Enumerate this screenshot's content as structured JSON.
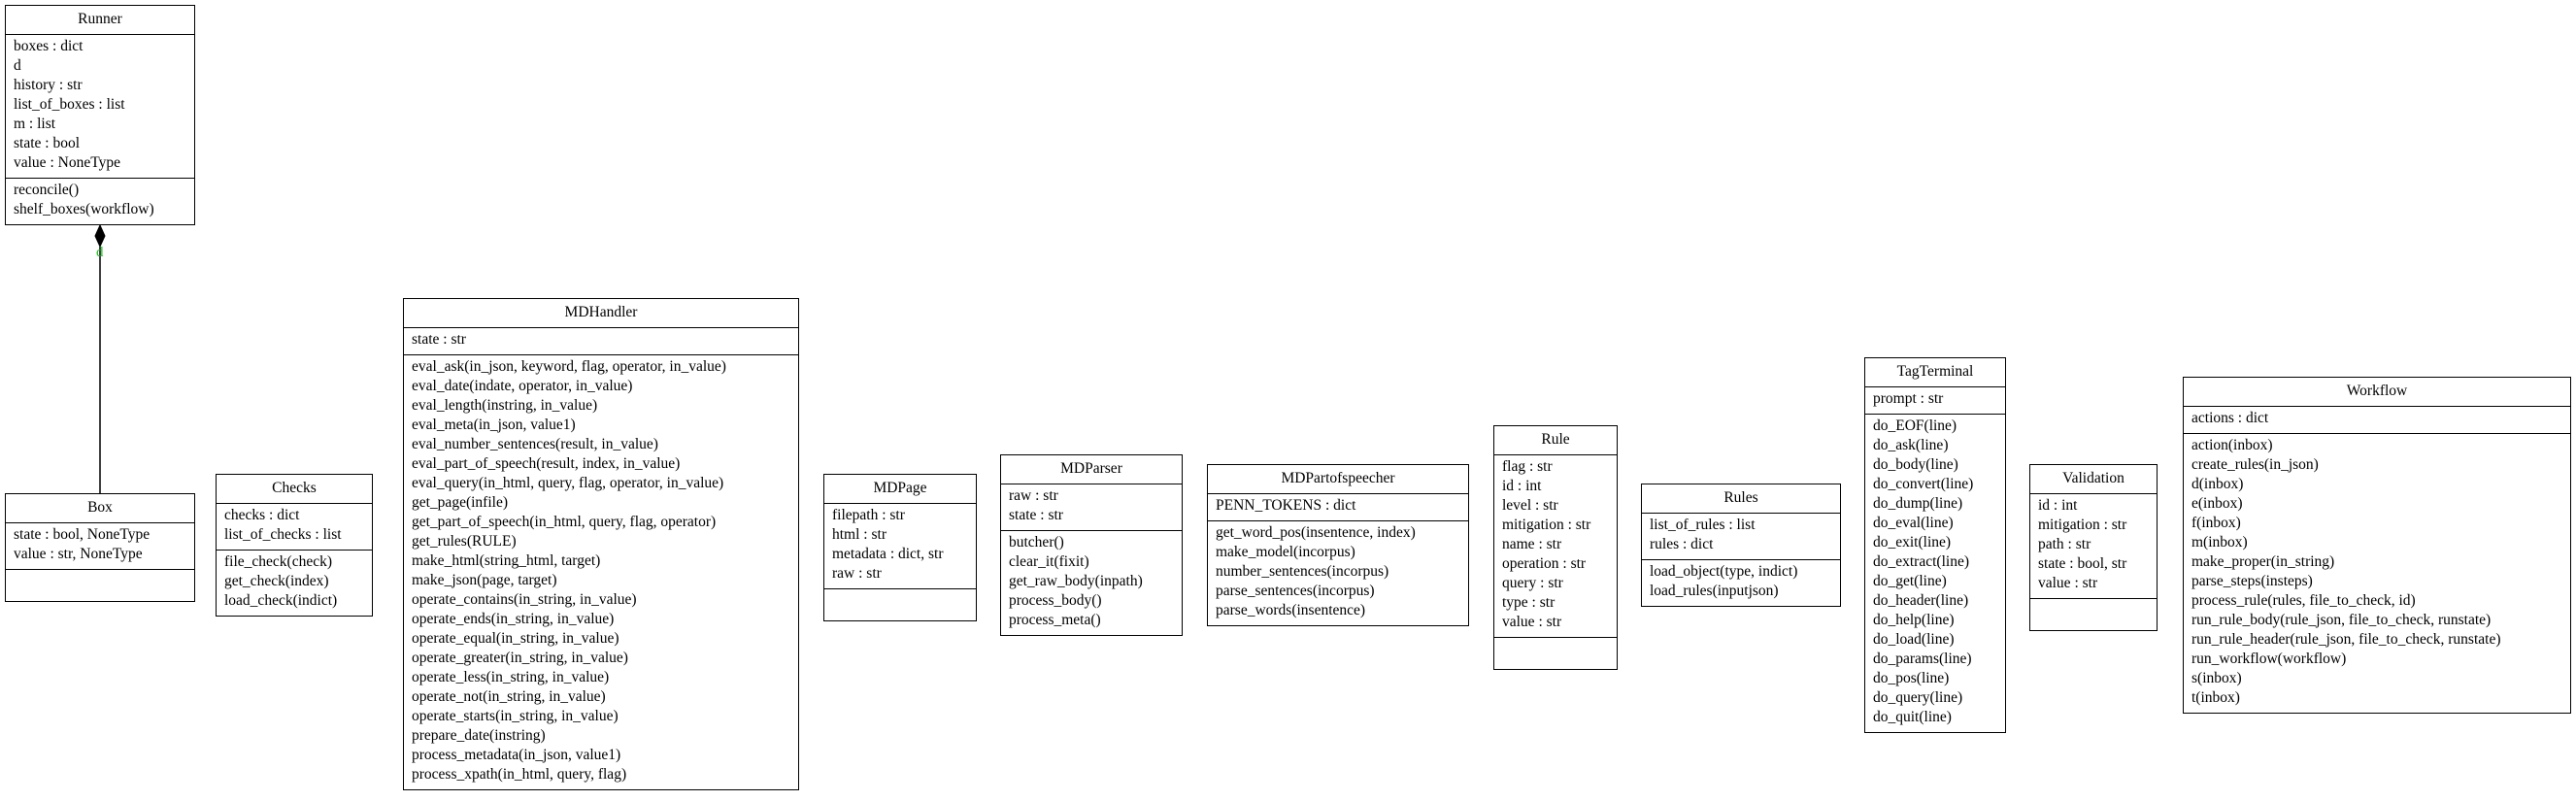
{
  "classes": [
    {
      "key": "runner",
      "name": "Runner",
      "attributes": [
        "boxes : dict",
        "d",
        "history : str",
        "list_of_boxes : list",
        "m : list",
        "state : bool",
        "value : NoneType"
      ],
      "methods": [
        "reconcile()",
        "shelf_boxes(workflow)"
      ]
    },
    {
      "key": "box",
      "name": "Box",
      "attributes": [
        "state : bool, NoneType",
        "value : str, NoneType"
      ],
      "methods": []
    },
    {
      "key": "checks",
      "name": "Checks",
      "attributes": [
        "checks : dict",
        "list_of_checks : list"
      ],
      "methods": [
        "file_check(check)",
        "get_check(index)",
        "load_check(indict)"
      ]
    },
    {
      "key": "mdhandler",
      "name": "MDHandler",
      "attributes": [
        "state : str"
      ],
      "methods": [
        "eval_ask(in_json, keyword, flag, operator, in_value)",
        "eval_date(indate, operator, in_value)",
        "eval_length(instring, in_value)",
        "eval_meta(in_json, value1)",
        "eval_number_sentences(result, in_value)",
        "eval_part_of_speech(result, index, in_value)",
        "eval_query(in_html, query, flag, operator, in_value)",
        "get_page(infile)",
        "get_part_of_speech(in_html, query, flag, operator)",
        "get_rules(RULE)",
        "make_html(string_html, target)",
        "make_json(page, target)",
        "operate_contains(in_string, in_value)",
        "operate_ends(in_string, in_value)",
        "operate_equal(in_string, in_value)",
        "operate_greater(in_string, in_value)",
        "operate_less(in_string, in_value)",
        "operate_not(in_string, in_value)",
        "operate_starts(in_string, in_value)",
        "prepare_date(instring)",
        "process_metadata(in_json, value1)",
        "process_xpath(in_html, query, flag)"
      ]
    },
    {
      "key": "mdpage",
      "name": "MDPage",
      "attributes": [
        "filepath : str",
        "html : str",
        "metadata : dict, str",
        "raw : str"
      ],
      "methods": []
    },
    {
      "key": "mdparser",
      "name": "MDParser",
      "attributes": [
        "raw : str",
        "state : str"
      ],
      "methods": [
        "butcher()",
        "clear_it(fixit)",
        "get_raw_body(inpath)",
        "process_body()",
        "process_meta()"
      ]
    },
    {
      "key": "mdpartofspeecher",
      "name": "MDPartofspeecher",
      "attributes": [
        "PENN_TOKENS : dict"
      ],
      "methods": [
        "get_word_pos(insentence, index)",
        "make_model(incorpus)",
        "number_sentences(incorpus)",
        "parse_sentences(incorpus)",
        "parse_words(insentence)"
      ]
    },
    {
      "key": "rule",
      "name": "Rule",
      "attributes": [
        "flag : str",
        "id : int",
        "level : str",
        "mitigation : str",
        "name : str",
        "operation : str",
        "query : str",
        "type : str",
        "value : str"
      ],
      "methods": []
    },
    {
      "key": "rules",
      "name": "Rules",
      "attributes": [
        "list_of_rules : list",
        "rules : dict"
      ],
      "methods": [
        "load_object(type, indict)",
        "load_rules(inputjson)"
      ]
    },
    {
      "key": "tagterminal",
      "name": "TagTerminal",
      "attributes": [
        "prompt : str"
      ],
      "methods": [
        "do_EOF(line)",
        "do_ask(line)",
        "do_body(line)",
        "do_convert(line)",
        "do_dump(line)",
        "do_eval(line)",
        "do_exit(line)",
        "do_extract(line)",
        "do_get(line)",
        "do_header(line)",
        "do_help(line)",
        "do_load(line)",
        "do_params(line)",
        "do_pos(line)",
        "do_query(line)",
        "do_quit(line)"
      ]
    },
    {
      "key": "validation",
      "name": "Validation",
      "attributes": [
        "id : int",
        "mitigation : str",
        "path : str",
        "state : bool, str",
        "value : str"
      ],
      "methods": []
    },
    {
      "key": "workflow",
      "name": "Workflow",
      "attributes": [
        "actions : dict"
      ],
      "methods": [
        "action(inbox)",
        "create_rules(in_json)",
        "d(inbox)",
        "e(inbox)",
        "f(inbox)",
        "m(inbox)",
        "make_proper(in_string)",
        "parse_steps(insteps)",
        "process_rule(rules, file_to_check, id)",
        "run_rule_body(rule_json, file_to_check, runstate)",
        "run_rule_header(rule_json, file_to_check, runstate)",
        "run_workflow(workflow)",
        "s(inbox)",
        "t(inbox)"
      ]
    }
  ],
  "relations": [
    {
      "type": "composition",
      "from": "runner",
      "to": "box",
      "label": "d"
    }
  ],
  "colors": {
    "relation_label": "#1fbf1f",
    "line": "#000000"
  }
}
